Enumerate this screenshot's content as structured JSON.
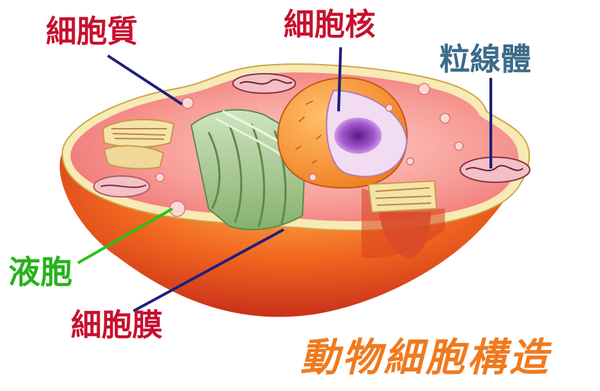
{
  "title": {
    "text": "動物細胞構造",
    "color": "#f07a1e"
  },
  "labels": {
    "cytoplasm": {
      "text": "細胞質",
      "color": "#c8102e"
    },
    "nucleus": {
      "text": "細胞核",
      "color": "#c8102e"
    },
    "mitochondria": {
      "text": "粒線體",
      "color": "#3d6b8a"
    },
    "vacuole": {
      "text": "液胞",
      "color": "#26b31a"
    },
    "membrane": {
      "text": "細胞膜",
      "color": "#c8102e"
    }
  },
  "colors": {
    "leader_line_dark": "#1f1f7a",
    "leader_line_green": "#22c41a",
    "cell_outer": "#e8481c",
    "cell_inner": "#f48f8f",
    "membrane_rim": "#f4e7a8",
    "nucleus": "#ff9a3a",
    "golgi": "#9cc686"
  }
}
